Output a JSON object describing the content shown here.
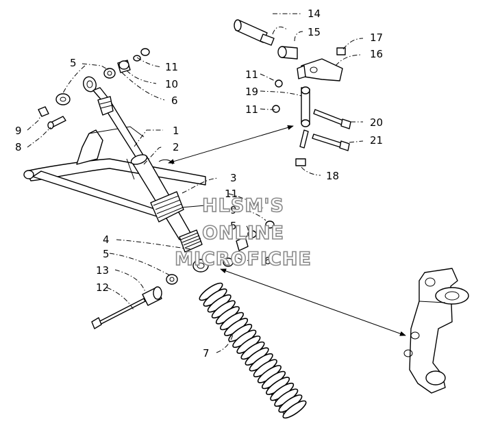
{
  "callouts": {
    "c1": "1",
    "c2": "2",
    "c3": "3",
    "c4": "4",
    "c5a": "5",
    "c5b": "5",
    "c5c": "5",
    "c6a": "6",
    "c6b": "6",
    "c7": "7",
    "c8": "8",
    "c9a": "9",
    "c9b": "9",
    "c10": "10",
    "c11a": "11",
    "c11b": "11",
    "c11c": "11",
    "c11d": "11",
    "c12": "12",
    "c13": "13",
    "c14": "14",
    "c15": "15",
    "c16": "16",
    "c17": "17",
    "c18": "18",
    "c19": "19",
    "c20": "20",
    "c21": "21"
  },
  "watermark": {
    "line1": "HLSM'S",
    "line2": "ONLINE",
    "line3": "MICROFICHE"
  },
  "colors": {
    "ink": "#000000",
    "paper": "#ffffff",
    "watermark_outline": "#8a8a8a"
  }
}
